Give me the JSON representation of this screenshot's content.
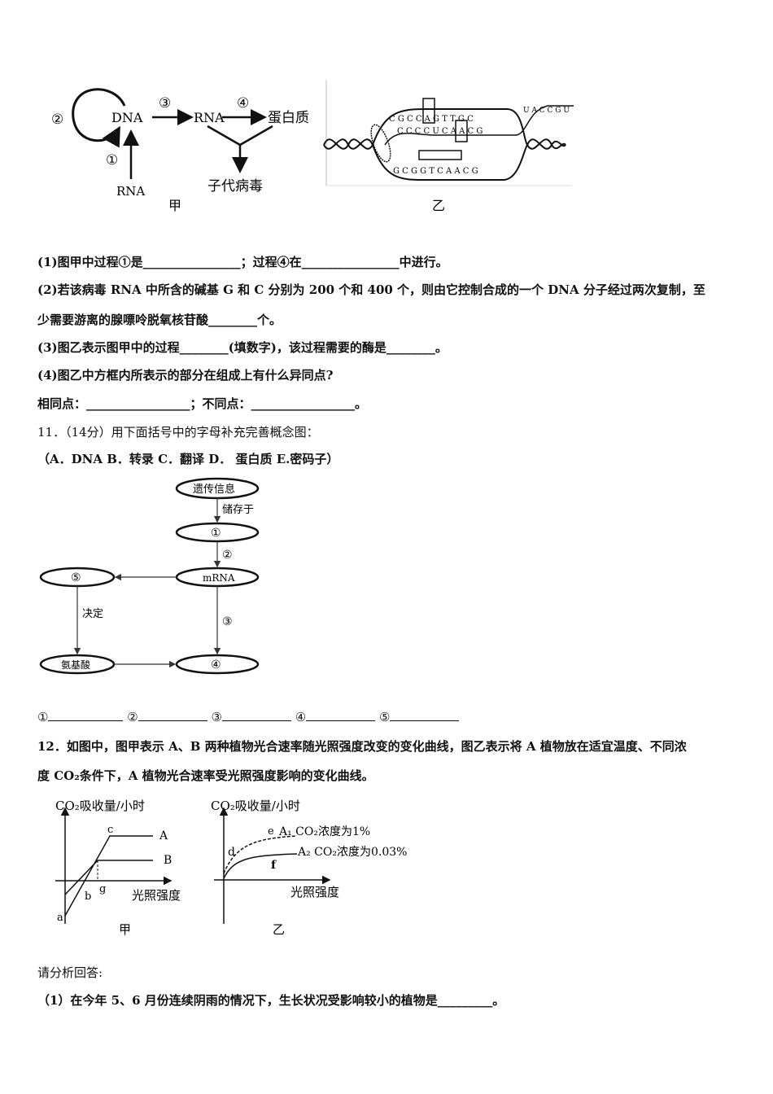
{
  "fig_jia": {
    "node_dna": "DNA",
    "node_rna": "RNA",
    "node_protein": "蛋白质",
    "node_rna_src": "RNA",
    "node_child": "子代病毒",
    "mark_1": "①",
    "mark_2": "②",
    "mark_3": "③",
    "mark_4": "④",
    "caption": "甲"
  },
  "fig_yi": {
    "top_strand": "C G C C A G T T G C",
    "rna_strand": "C C C C U C A A C G",
    "bottom_strand": "G C G G T C A A C G",
    "tail": "U A C C G U",
    "caption": "乙"
  },
  "q10": {
    "p1": "(1)图甲中过程①是________________；过程④在________________中进行。",
    "p2a": "(2)若该病毒 RNA 中所含的碱基 G 和 C 分别为 200 个和 400 个，则由它控制合成的一个 DNA 分子经过两次复制，至",
    "p2b": "少需要游离的腺嘌呤脱氧核苷酸________个。",
    "p3": "(3)图乙表示图甲中的过程________(填数字)，该过程需要的酶是________。",
    "p4": "(4)图乙中方框内所表示的部分在组成上有什么异同点?",
    "p5": "相同点：_________________；不同点：_________________。"
  },
  "q11": {
    "head": "11．（14分）用下面括号中的字母补充完善概念图：",
    "options": "（A．DNA  B．转录  C．翻译  D．  蛋白质  E.密码子）",
    "nodes": {
      "info": "遗传信息",
      "store": "储存于",
      "n1": "①",
      "n2": "②",
      "mrna": "mRNA",
      "n5": "⑤",
      "decide": "决定",
      "n3": "③",
      "amino": "氨基酸",
      "n4": "④"
    },
    "blanks": [
      "①",
      "②",
      "③",
      "④",
      "⑤"
    ]
  },
  "q12": {
    "p1": "12．如图中，图甲表示 A、B 两种植物光合速率随光照强度改变的变化曲线，图乙表示将 A 植物放在适宜温度、不同浓",
    "p2": "度 CO₂条件下，A 植物光合速率受光照强度影响的变化曲线。",
    "chart_jia": {
      "ylabel": "CO₂吸收量/小时",
      "xlabel": "光照强度",
      "label_a": "a",
      "label_b": "b",
      "label_c": "c",
      "label_g": "g",
      "series_A": "A",
      "series_B": "B",
      "caption": "甲"
    },
    "chart_yi": {
      "ylabel": "CO₂吸收量/小时",
      "xlabel": "光照强度",
      "label_d": "d",
      "label_e": "e",
      "label_f": "f",
      "a1": "A₁ CO₂浓度为1%",
      "a2": "A₂ CO₂浓度为0.03%",
      "caption": "乙"
    },
    "ask": "请分析回答:",
    "s1": "（1）在今年 5、6 月份连续阴雨的情况下，生长状况受影响较小的植物是_________。"
  }
}
